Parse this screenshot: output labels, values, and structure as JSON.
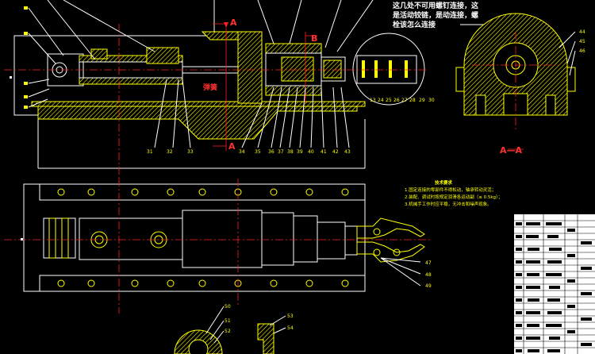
{
  "annotation_note": {
    "lines": [
      "这几处不可用螺钉连接，这",
      "是活动铰链，是动连接，螺",
      "栓该怎么连接"
    ]
  },
  "section_labels": {
    "a_top": "A",
    "b_top": "B",
    "a_bottom": "A",
    "section_view": "A—A",
    "spring": "弹簧"
  },
  "part_numbers_top": [
    "31",
    "32",
    "33",
    "34",
    "35",
    "36",
    "37",
    "38",
    "39",
    "40",
    "41",
    "42",
    "43"
  ],
  "part_numbers_detail": [
    "13",
    "24",
    "25",
    "26",
    "27",
    "28",
    "29",
    "30"
  ],
  "part_numbers_right": [
    "44",
    "45",
    "46"
  ],
  "part_numbers_gripper": [
    "47",
    "48",
    "49"
  ],
  "part_numbers_bottom_left": [
    "50",
    "51",
    "52"
  ],
  "part_numbers_bottom_right": [
    "53",
    "54"
  ],
  "tech_requirements": {
    "title": "技术要求",
    "items": [
      "1.固定连接的零部件不得松动，轴承转动灵活；",
      "2.装配、调试时按规定润滑各运动副（≤ 0.5kg）；",
      "3.机械手工作时应平稳，无冲击和噪声现象。"
    ]
  },
  "colors": {
    "background": "#000000",
    "outline": "#ffffff",
    "part": "#ffff00",
    "centerline": "#ff2020"
  }
}
